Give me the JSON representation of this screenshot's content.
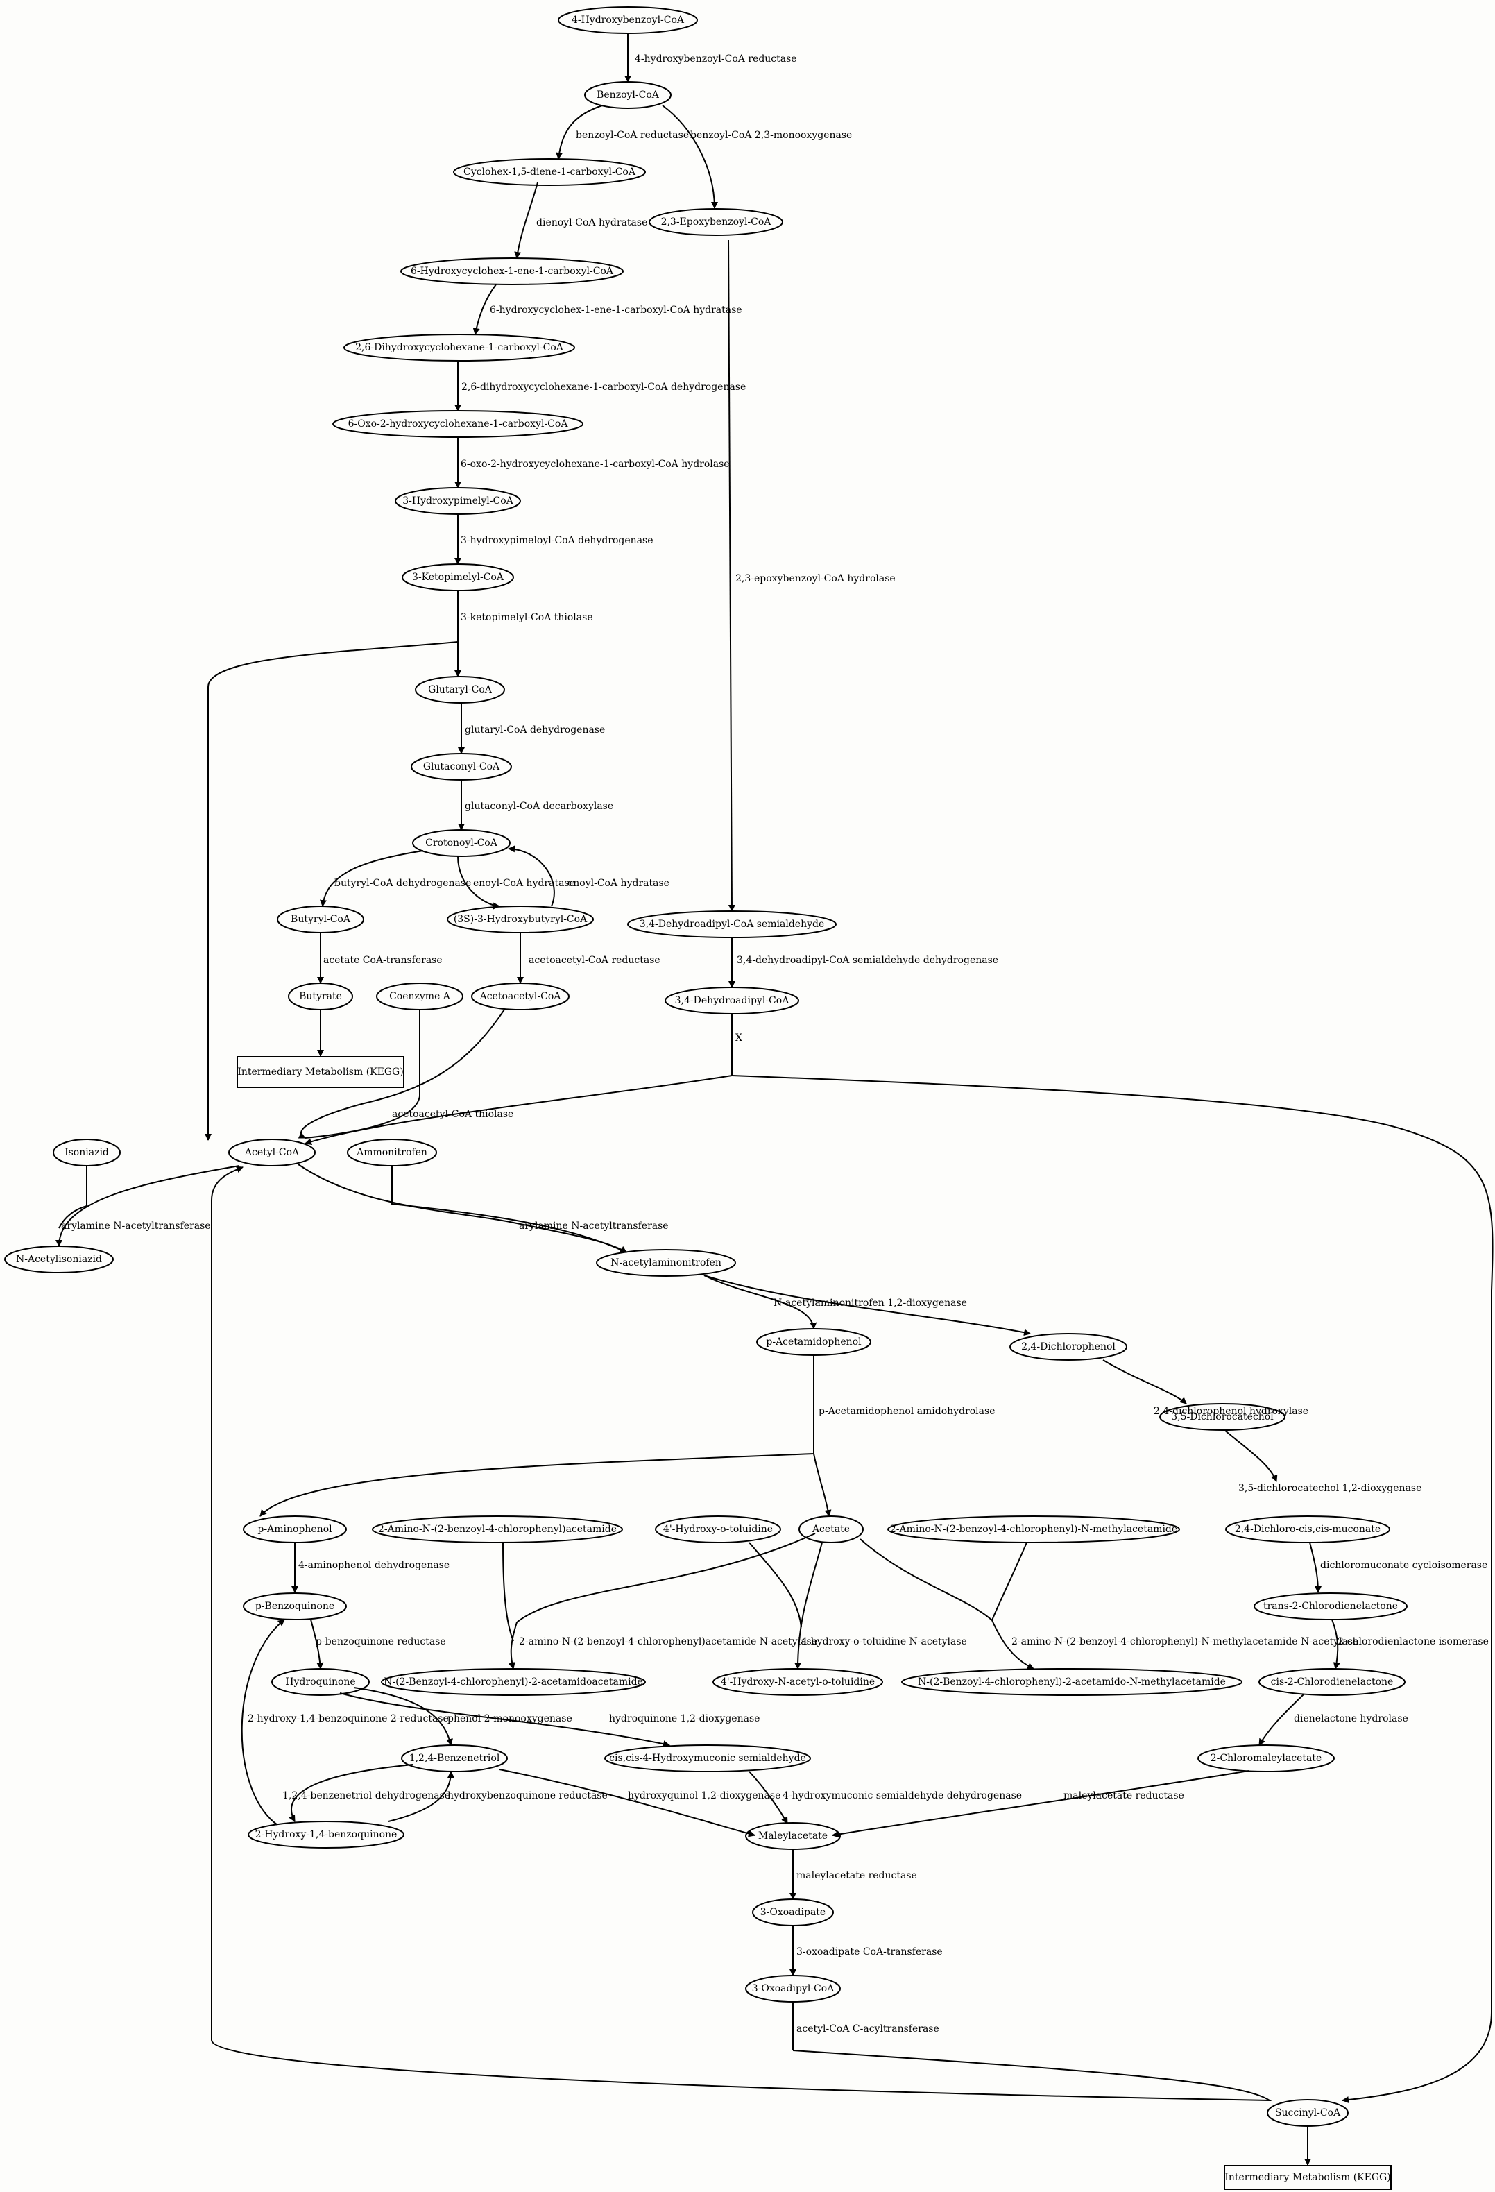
{
  "diagram": {
    "nodes": [
      {
        "id": "n_4hbcoa",
        "label": "4-Hydroxybenzoyl-CoA"
      },
      {
        "id": "n_bzcoa",
        "label": "Benzoyl-CoA"
      },
      {
        "id": "n_chd",
        "label": "Cyclohex-1,5-diene-1-carboxyl-CoA"
      },
      {
        "id": "n_epx",
        "label": "2,3-Epoxybenzoyl-CoA"
      },
      {
        "id": "n_6hc",
        "label": "6-Hydroxycyclohex-1-ene-1-carboxyl-CoA"
      },
      {
        "id": "n_26d",
        "label": "2,6-Dihydroxycyclohexane-1-carboxyl-CoA"
      },
      {
        "id": "n_6oxo",
        "label": "6-Oxo-2-hydroxycyclohexane-1-carboxyl-CoA"
      },
      {
        "id": "n_3hp",
        "label": "3-Hydroxypimelyl-CoA"
      },
      {
        "id": "n_3kp",
        "label": "3-Ketopimelyl-CoA"
      },
      {
        "id": "n_glut",
        "label": "Glutaryl-CoA"
      },
      {
        "id": "n_gluc",
        "label": "Glutaconyl-CoA"
      },
      {
        "id": "n_crot",
        "label": "Crotonoyl-CoA"
      },
      {
        "id": "n_butcoa",
        "label": "Butyryl-CoA"
      },
      {
        "id": "n_3hb",
        "label": "(3S)-3-Hydroxybutyryl-CoA"
      },
      {
        "id": "n_butyrate",
        "label": "Butyrate"
      },
      {
        "id": "n_coa",
        "label": "Coenzyme A"
      },
      {
        "id": "n_acac",
        "label": "Acetoacetyl-CoA"
      },
      {
        "id": "n_kegg1",
        "label": "Intermediary Metabolism (KEGG)"
      },
      {
        "id": "n_34ds",
        "label": "3,4-Dehydroadipyl-CoA semialdehyde"
      },
      {
        "id": "n_34dc",
        "label": "3,4-Dehydroadipyl-CoA"
      },
      {
        "id": "n_isoniazid",
        "label": "Isoniazid"
      },
      {
        "id": "n_acetylcoa",
        "label": "Acetyl-CoA"
      },
      {
        "id": "n_ammo",
        "label": "Ammonitrofen"
      },
      {
        "id": "n_nai",
        "label": "N-Acetylisoniazid"
      },
      {
        "id": "n_naan",
        "label": "N-acetylaminonitrofen"
      },
      {
        "id": "n_pacet",
        "label": "p-Acetamidophenol"
      },
      {
        "id": "n_24dcp",
        "label": "2,4-Dichlorophenol"
      },
      {
        "id": "n_35dcc",
        "label": "3,5-Dichlorocatechol"
      },
      {
        "id": "n_pamino",
        "label": "p-Aminophenol"
      },
      {
        "id": "n_2abca",
        "label": "2-Amino-N-(2-benzoyl-4-chlorophenyl)acetamide"
      },
      {
        "id": "n_4hot",
        "label": "4'-Hydroxy-o-toluidine"
      },
      {
        "id": "n_acetate",
        "label": "Acetate"
      },
      {
        "id": "n_2abcm",
        "label": "2-Amino-N-(2-benzoyl-4-chlorophenyl)-N-methylacetamide"
      },
      {
        "id": "n_24dcm",
        "label": "2,4-Dichloro-cis,cis-muconate"
      },
      {
        "id": "n_pbq",
        "label": "p-Benzoquinone"
      },
      {
        "id": "n_trans",
        "label": "trans-2-Chlorodienelactone"
      },
      {
        "id": "n_hq",
        "label": "Hydroquinone"
      },
      {
        "id": "n_nbca",
        "label": "N-(2-Benzoyl-4-chlorophenyl)-2-acetamidoacetamide"
      },
      {
        "id": "n_4hnat",
        "label": "4'-Hydroxy-N-acetyl-o-toluidine"
      },
      {
        "id": "n_nbcam",
        "label": "N-(2-Benzoyl-4-chlorophenyl)-2-acetamido-N-methylacetamide"
      },
      {
        "id": "n_cis",
        "label": "cis-2-Chlorodienelactone"
      },
      {
        "id": "n_124bt",
        "label": "1,2,4-Benzenetriol"
      },
      {
        "id": "n_cishms",
        "label": "cis,cis-4-Hydroxymuconic semialdehyde"
      },
      {
        "id": "n_2cma",
        "label": "2-Chloromaleylacetate"
      },
      {
        "id": "n_2h14bq",
        "label": "2-Hydroxy-1,4-benzoquinone"
      },
      {
        "id": "n_mal",
        "label": "Maleylacetate"
      },
      {
        "id": "n_3oxo",
        "label": "3-Oxoadipate"
      },
      {
        "id": "n_3oxocoa",
        "label": "3-Oxoadipyl-CoA"
      },
      {
        "id": "n_succ",
        "label": "Succinyl-CoA"
      },
      {
        "id": "n_kegg2",
        "label": "Intermediary Metabolism (KEGG)"
      }
    ],
    "edge_labels": [
      {
        "id": "e_4hbr",
        "label": "4-hydroxybenzoyl-CoA reductase"
      },
      {
        "id": "e_bzr",
        "label": "benzoyl-CoA reductase"
      },
      {
        "id": "e_bzmo",
        "label": "benzoyl-CoA 2,3-monooxygenase"
      },
      {
        "id": "e_dienoyl",
        "label": "dienoyl-CoA hydratase"
      },
      {
        "id": "e_6hch",
        "label": "6-hydroxycyclohex-1-ene-1-carboxyl-CoA hydratase"
      },
      {
        "id": "e_26dd",
        "label": "2,6-dihydroxycyclohexane-1-carboxyl-CoA dehydrogenase"
      },
      {
        "id": "e_6oxoh",
        "label": "6-oxo-2-hydroxycyclohexane-1-carboxyl-CoA hydrolase"
      },
      {
        "id": "e_3hpd",
        "label": "3-hydroxypimeloyl-CoA dehydrogenase"
      },
      {
        "id": "e_epxh",
        "label": "2,3-epoxybenzoyl-CoA hydrolase"
      },
      {
        "id": "e_3kpt",
        "label": "3-ketopimelyl-CoA thiolase"
      },
      {
        "id": "e_glutd",
        "label": "glutaryl-CoA dehydrogenase"
      },
      {
        "id": "e_glucd",
        "label": "glutaconyl-CoA decarboxylase"
      },
      {
        "id": "e_butd",
        "label": "butyryl-CoA dehydrogenase"
      },
      {
        "id": "e_enoyl1",
        "label": "enoyl-CoA hydratase"
      },
      {
        "id": "e_enoyl2",
        "label": "enoyl-CoA hydratase"
      },
      {
        "id": "e_acr",
        "label": "acetoacetyl-CoA reductase"
      },
      {
        "id": "e_34dd",
        "label": "3,4-dehydroadipyl-CoA semialdehyde dehydrogenase"
      },
      {
        "id": "e_act",
        "label": "acetate CoA-transferase"
      },
      {
        "id": "e_x",
        "label": "X"
      },
      {
        "id": "e_acth",
        "label": "acetoacetyl-CoA thiolase"
      },
      {
        "id": "e_ana1",
        "label": "arylamine N-acetyltransferase"
      },
      {
        "id": "e_ana2",
        "label": "arylamine N-acetyltransferase"
      },
      {
        "id": "e_naandx",
        "label": "N-acetylaminonitrofen 1,2-dioxygenase"
      },
      {
        "id": "e_pacetah",
        "label": "p-Acetamidophenol amidohydrolase"
      },
      {
        "id": "e_24dch",
        "label": "2,4-dichlorophenol hydroxylase"
      },
      {
        "id": "e_35dcd",
        "label": "3,5-dichlorocatechol 1,2-dioxygenase"
      },
      {
        "id": "e_4apd",
        "label": "4-aminophenol dehydrogenase"
      },
      {
        "id": "e_dcmc",
        "label": "dichloromuconate cycloisomerase"
      },
      {
        "id": "e_pbqr",
        "label": "p-benzoquinone reductase"
      },
      {
        "id": "e_2abcna",
        "label": "2-amino-N-(2-benzoyl-4-chlorophenyl)acetamide N-acetylase"
      },
      {
        "id": "e_4hotna",
        "label": "4-hydroxy-o-toluidine N-acetylase"
      },
      {
        "id": "e_2abcmna",
        "label": "2-amino-N-(2-benzoyl-4-chlorophenyl)-N-methylacetamide N-acetylase"
      },
      {
        "id": "e_2cdli",
        "label": "2-chlorodienlactone isomerase"
      },
      {
        "id": "e_phmo",
        "label": "phenol 2-monooxygenase"
      },
      {
        "id": "e_hqdx",
        "label": "hydroquinone 1,2-dioxygenase"
      },
      {
        "id": "e_2h14r",
        "label": "2-hydroxy-1,4-benzoquinone 2-reductase"
      },
      {
        "id": "e_dlh",
        "label": "dienelactone hydrolase"
      },
      {
        "id": "e_124d",
        "label": "1,2,4-benzenetriol dehydrogenase"
      },
      {
        "id": "e_hbqr",
        "label": "hydroxybenzoquinone reductase"
      },
      {
        "id": "e_hq12",
        "label": "hydroxyquinol 1,2-dioxygenase"
      },
      {
        "id": "e_4hmsd",
        "label": "4-hydroxymuconic semialdehyde dehydrogenase"
      },
      {
        "id": "e_malr1",
        "label": "maleylacetate reductase"
      },
      {
        "id": "e_malr2",
        "label": "maleylacetate reductase"
      },
      {
        "id": "e_3oxoct",
        "label": "3-oxoadipate CoA-transferase"
      },
      {
        "id": "e_acoacyl",
        "label": "acetyl-CoA C-acyltransferase"
      }
    ]
  }
}
